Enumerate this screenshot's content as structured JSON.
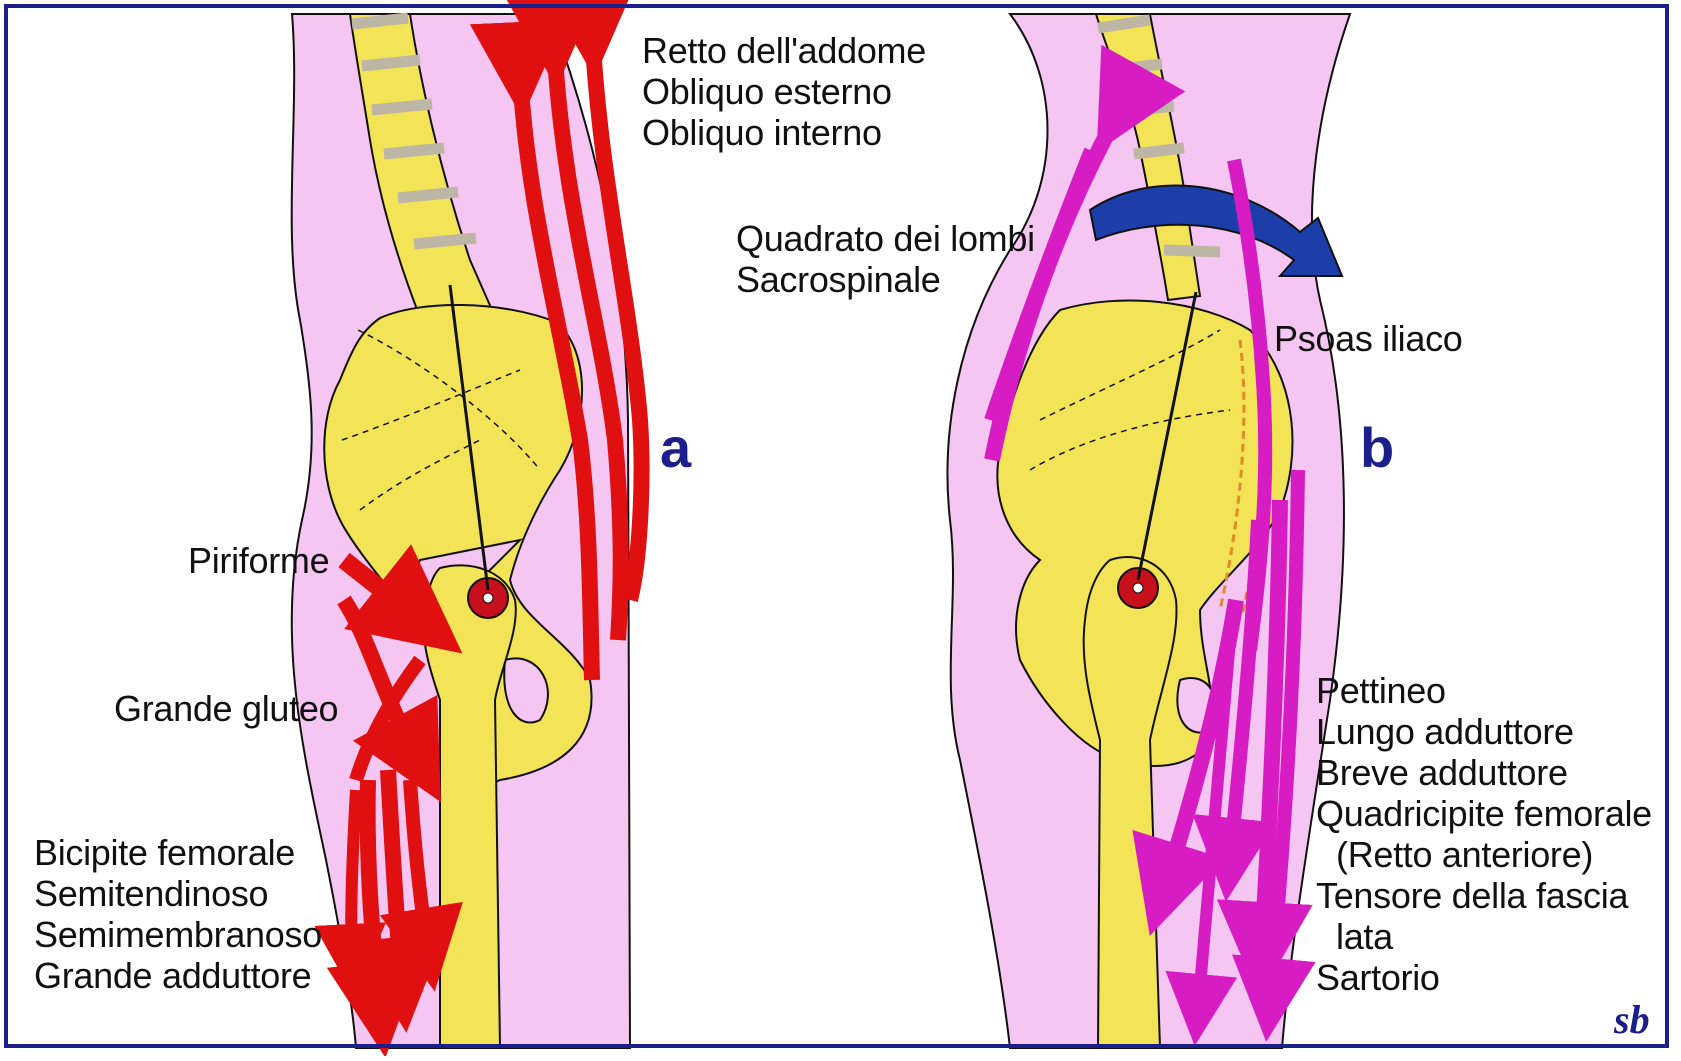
{
  "panel_a": {
    "letter": "a",
    "labels": {
      "abdominal": [
        "Retto dell'addome",
        "Obliquo esterno",
        "Obliquo interno"
      ],
      "piriforme": "Piriforme",
      "gluteo": "Grande gluteo",
      "posterior_thigh": [
        "Bicipite femorale",
        "Semitendinoso",
        "Semimembranoso",
        "Grande adduttore"
      ]
    }
  },
  "panel_b": {
    "letter": "b",
    "labels": {
      "back": [
        "Quadrato dei lombi",
        "Sacrospinale"
      ],
      "psoas": "Psoas iliaco",
      "anterior_thigh": [
        "Pettineo",
        "Lungo adduttore",
        "Breve adduttore",
        "Quadricipite femorale",
        "(Retto anteriore)",
        "Tensore della fascia",
        "lata",
        "Sartorio"
      ]
    }
  },
  "signature": "sb",
  "colors": {
    "background": "#ffffff",
    "body": "#f6c6f2",
    "bone": "#f3e356",
    "disc": "#bdb6a4",
    "muscle_a": "#e01010",
    "muscle_b": "#d81cc4",
    "rotation_arrow": "#1b3ea8",
    "frame": "#1a1f8c",
    "joint": "#c8101c"
  }
}
